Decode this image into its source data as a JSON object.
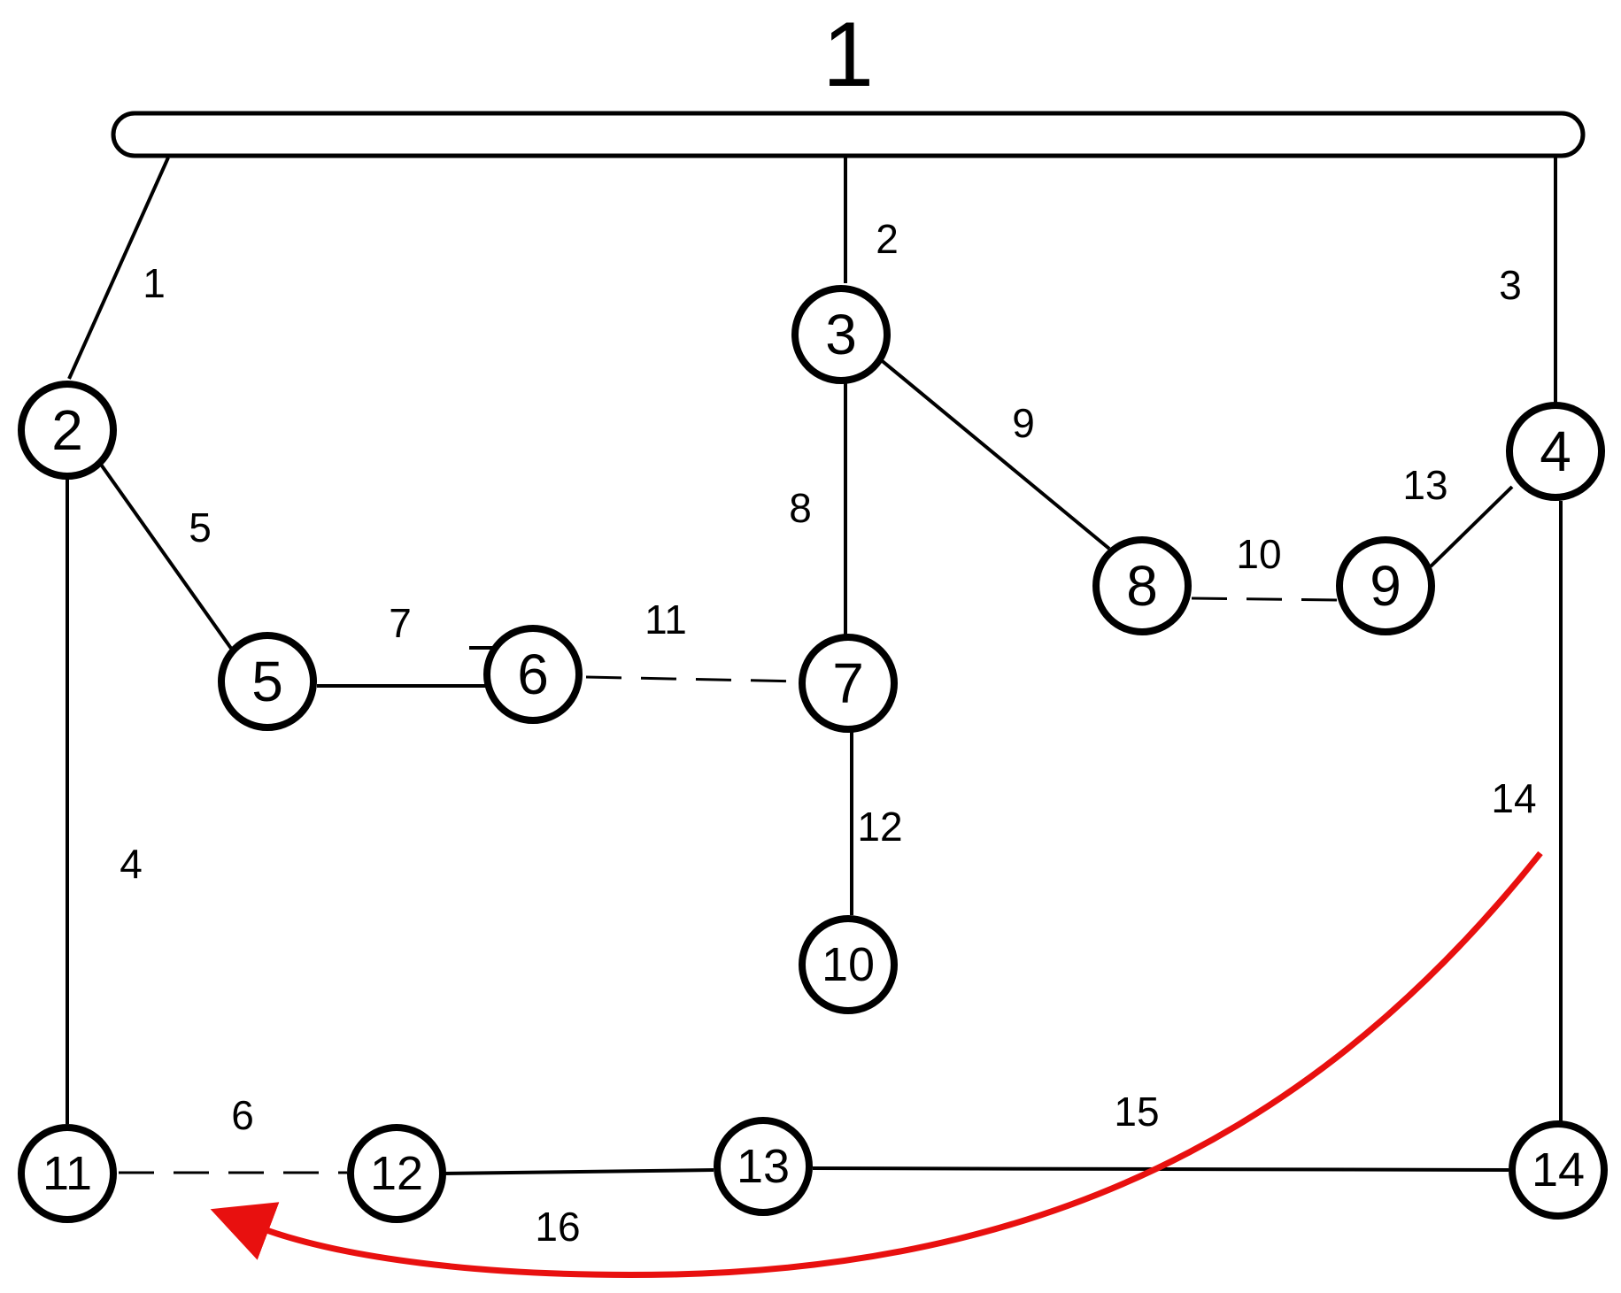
{
  "bus": {
    "label": "1"
  },
  "nodes": {
    "n2": "2",
    "n3": "3",
    "n4": "4",
    "n5": "5",
    "n6": "6",
    "n7": "7",
    "n8": "8",
    "n9": "9",
    "n10": "10",
    "n11": "11",
    "n12": "12",
    "n13": "13",
    "n14": "14"
  },
  "edges": {
    "e1": "1",
    "e2": "2",
    "e3": "3",
    "e4": "4",
    "e5": "5",
    "e6": "6",
    "e7": "7",
    "e8": "8",
    "e9": "9",
    "e10": "10",
    "e11": "11",
    "e12": "12",
    "e13": "13",
    "e14": "14",
    "e15": "15",
    "e16": "16"
  },
  "colors": {
    "line": "#000000",
    "arrow": "#e8100f",
    "background": "#ffffff"
  }
}
